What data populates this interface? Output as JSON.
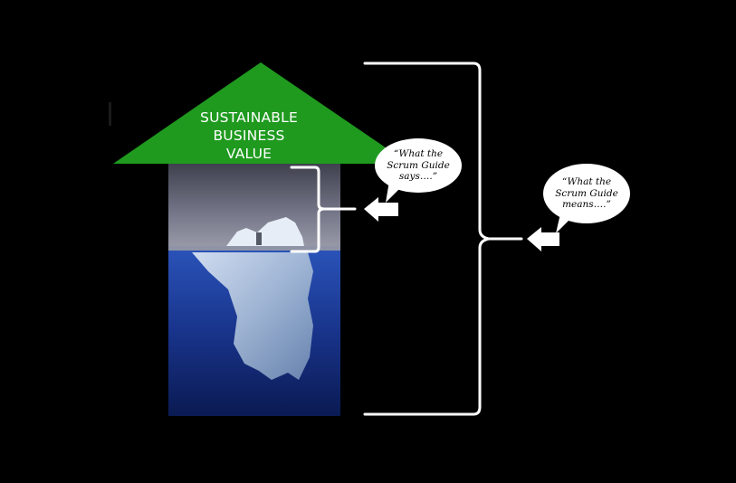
{
  "arrow": {
    "lines": [
      "SUSTAINABLE",
      "BUSINESS",
      "VALUE"
    ],
    "color": "#1f9a1f"
  },
  "bubble_small": {
    "lines": [
      "“What the",
      "Scrum Guide",
      "says….”"
    ]
  },
  "bubble_large": {
    "lines": [
      "“What the",
      "Scrum Guide",
      "means….”"
    ]
  },
  "colors": {
    "background": "#000000",
    "sky": "#6f7285",
    "water": "#1d3f9a",
    "ice": "#c8d6ea",
    "bracket": "#ffffff"
  }
}
